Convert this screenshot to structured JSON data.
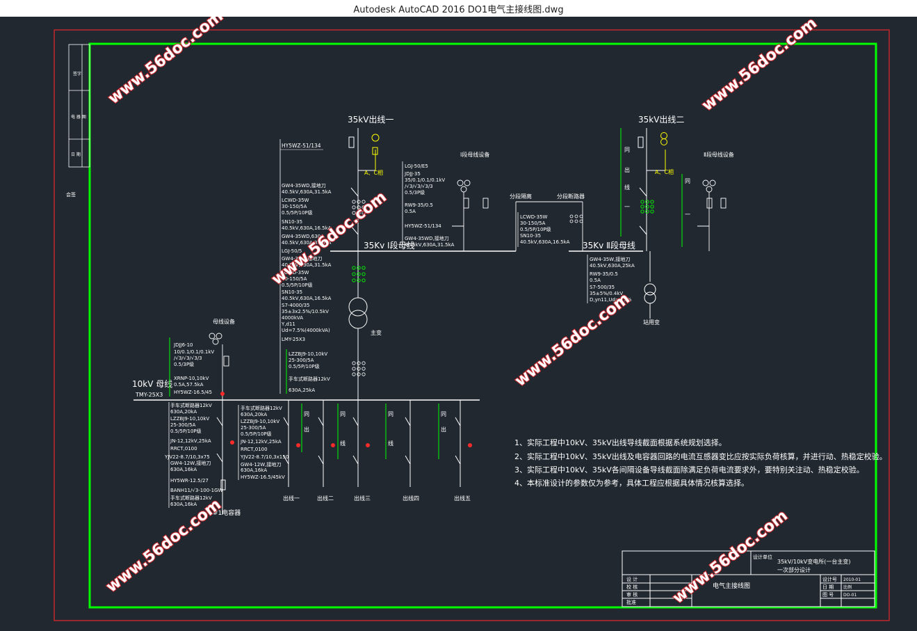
{
  "window": {
    "title": "Autodesk AutoCAD 2016     DO1电气主接线图.dwg"
  },
  "colors": {
    "background": "#212830",
    "frame_red": "#c0272d",
    "frame_green": "#00ff00",
    "line_white": "#ffffff",
    "accent_yellow": "#ffff00",
    "accent_red": "#ff2a2a"
  },
  "watermark": "www.56doc.com",
  "drawing": {
    "bus35_1": "35Kv Ⅰ段母线",
    "bus35_2": "35Kv Ⅱ段母线",
    "out1_title": "35kV出线一",
    "out2_title": "35kV出线二",
    "ac_phase": "A、C相",
    "bus_equip_1": "Ⅰ段母线设备",
    "bus_equip_2": "Ⅱ段母线设备",
    "sec_isolator": "分段隔离",
    "sec_breaker": "分段断路器",
    "main_xfmr": "主变",
    "station_xfmr": "站用变",
    "bus10": "10kV 母线",
    "bus10_type": "TMY-25X3",
    "bus_equip_10": "母线设备",
    "capacitor": "#1电容器",
    "same_labels": [
      "同",
      "出",
      "线",
      "一"
    ],
    "feeders": [
      "出线一",
      "出线二",
      "出线三",
      "出线四",
      "出线五"
    ],
    "spec_a": [
      "HY5WZ-51/134",
      "GW4-35WD,接地刀",
      "40.5kV,630A,31.5kA",
      "LCWD-35W",
      "30-150/5A",
      "0.5/5P/10P级",
      "SN10-35",
      "40.5kV,630A,16.5kA",
      "GW4-35WD,630A",
      "40.5kV,630A,31.5kA",
      "LGJ-50/5",
      "GW4-35W,接地刀",
      "40.5kV,630A,31.5kA",
      "LCWD-35W",
      "30-150/5A",
      "0.5/5P/10P级",
      "SN10-35",
      "40.5kV,630A,16.5kA",
      "S7-4000/35",
      "35±3x2.5%/10.5kV",
      "4000kVA",
      "Y,d11",
      "Ud=7.5%(4000kVA)",
      "LMY-25X3"
    ],
    "spec_b": [
      "LGJ-50/E5",
      "JDJJ-35",
      "35/0.1/0.1/0.1kV",
      "/√3/√3/√3/3",
      "0.5/3P级",
      "RW9-35/0.5",
      "0.5A",
      "HY5WZ-51/134",
      "GW4-35WD,接地刀",
      "40.5kV,630A,31.5kA"
    ],
    "spec_c": [
      "LCWD-35W",
      "30-150/5A",
      "0.5/5P/10P级",
      "SN10-35",
      "40.5kV,630A,16.5kA"
    ],
    "spec_d": [
      "GW4-35W,接地刀",
      "40.5kV,630A,25kA",
      "RW9-35/0.5",
      "0.5A",
      "S7-500/35",
      "35±5%/0.4kV",
      "D,yn11,Ud=6.5%"
    ],
    "spec_e": [
      "LZZBJ9-10,10kV",
      "25-300/5A",
      "0.5/5P/10P级",
      "手车式断路器12kV",
      "630A,25kA"
    ],
    "spec_f": [
      "JDJJ6-10",
      "10/0.1/0.1/0.1kV",
      "/√3/√3/√3/3",
      "0.5/3P级",
      "XRNP-10,10kV",
      "0.5A,57.5kA",
      "HY5WZ-16.5/45"
    ],
    "spec_g": [
      "手车式断路器12kV",
      "630A,20kA",
      "LZZBJ9-10,10kV",
      "25-300/5A",
      "0.5/5P/10P级",
      "JN-12,12kV,25kA",
      "RRCT,0100",
      "YJV22-8.7/10,3x75",
      "GW4-12W,接地刀",
      "630A,16kA",
      "HY5WR-12.5/27",
      "BANH11/√3-100-1GW",
      "手车式断路器12kV",
      "630A,16kA"
    ],
    "spec_h": [
      "手车式断路器12kV",
      "630A,20kA",
      "LZZBJ9-10,10kV",
      "25-300/5A",
      "0.5/5P/10P级",
      "JN-12,12kV,25kA",
      "RRCT,0100",
      "YJV22-8.7/10,3x150",
      "GW4-12W,接地刀",
      "630A,16kA",
      "HY5WZ-16.5/45kV"
    ],
    "notes": [
      "1、实际工程中10kV、35kV出线导线截面根据系统规划选择。",
      "2、实际工程中10kV、35kV出线及电容器回路的电流互感器变比应按实际负荷核算，并进行动、热稳定校验。",
      "3、实际工程中10kV、35kV各间隔设备导线截面除满足负荷电流要求外，要特别关注动、热稳定校验。",
      "4、本标准设计的参数仅为参考，具体工程应根据具体情况核算选择。"
    ],
    "title_block": {
      "project": "35kV/10kV变电所(一台主变)",
      "project2": "一次部分设计",
      "drawing": "电气主接线图",
      "rows_left": [
        "设 计",
        "校 核",
        "审 核",
        "批准"
      ],
      "rows_right": [
        "设计号",
        "日 期",
        "图 号"
      ],
      "rows_right_val": [
        "2010-01",
        "比例",
        "DO-01"
      ],
      "design_unit": "设计单位"
    },
    "left_strip": [
      "签字",
      "电 器 图",
      "日 期",
      "会签"
    ]
  }
}
